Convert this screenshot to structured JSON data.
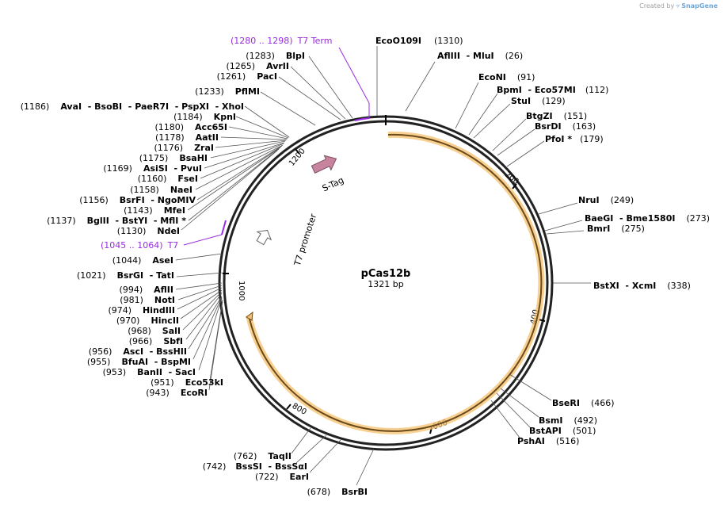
{
  "credit": {
    "prefix": "Created by",
    "brand": "SnapGene"
  },
  "plasmid": {
    "name": "pCas12b",
    "length_label": "1321 bp",
    "length": 1321
  },
  "ticks": [
    "200",
    "400",
    "600",
    "800",
    "1000",
    "1200"
  ],
  "features": [
    {
      "label": "S-Tag",
      "color": "#c8849e"
    },
    {
      "label": "T7 promoter",
      "color": "#ffffff"
    }
  ],
  "marker_features": [
    {
      "pos": "(1280 .. 1298)",
      "name": "T7 Term"
    },
    {
      "pos": "(1045 .. 1064)",
      "name": "T7"
    }
  ],
  "sites": [
    {
      "name": "EcoO109I",
      "pos": "(1310)"
    },
    {
      "name": "AflIII  - MluI",
      "pos": "(26)"
    },
    {
      "name": "EcoNI",
      "pos": "(91)"
    },
    {
      "name": "BpmI  - Eco57MI",
      "pos": "(112)"
    },
    {
      "name": "StuI",
      "pos": "(129)"
    },
    {
      "name": "BtgZI",
      "pos": "(151)"
    },
    {
      "name": "BsrDI",
      "pos": "(163)"
    },
    {
      "name": "PfoI *",
      "pos": "(179)"
    },
    {
      "name": "NruI",
      "pos": "(249)"
    },
    {
      "name": "BaeGI  - Bme1580I",
      "pos": "(273)"
    },
    {
      "name": "BmrI",
      "pos": "(275)"
    },
    {
      "name": "BstXI  - XcmI",
      "pos": "(338)"
    },
    {
      "name": "BseRI",
      "pos": "(466)"
    },
    {
      "name": "BsmI",
      "pos": "(492)"
    },
    {
      "name": "BstAPI",
      "pos": "(501)"
    },
    {
      "name": "PshAI",
      "pos": "(516)"
    },
    {
      "name": "BsrBI",
      "pos": "(678)"
    },
    {
      "name": "EarI",
      "pos": "(722)"
    },
    {
      "name": "BssSI  - BssSαI",
      "pos": "(742)"
    },
    {
      "name": "TaqII",
      "pos": "(762)"
    },
    {
      "name": "EcoRI",
      "pos": "(943)"
    },
    {
      "name": "Eco53kI",
      "pos": "(951)"
    },
    {
      "name": "BanII  - SacI",
      "pos": "(953)"
    },
    {
      "name": "BfuAI  - BspMI",
      "pos": "(955)"
    },
    {
      "name": "AscI  - BssHII",
      "pos": "(956)"
    },
    {
      "name": "SbfI",
      "pos": "(966)"
    },
    {
      "name": "SalI",
      "pos": "(968)"
    },
    {
      "name": "HincII",
      "pos": "(970)"
    },
    {
      "name": "HindIII",
      "pos": "(974)"
    },
    {
      "name": "NotI",
      "pos": "(981)"
    },
    {
      "name": "AflII",
      "pos": "(994)"
    },
    {
      "name": "BsrGI  - TatI",
      "pos": "(1021)"
    },
    {
      "name": "AseI",
      "pos": "(1044)"
    },
    {
      "name": "NdeI",
      "pos": "(1130)"
    },
    {
      "name": "BglII  - BstYI  - MflI *",
      "pos": "(1137)"
    },
    {
      "name": "MfeI",
      "pos": "(1143)"
    },
    {
      "name": "BsrFI  - NgoMIV",
      "pos": "(1156)"
    },
    {
      "name": "NaeI",
      "pos": "(1158)"
    },
    {
      "name": "FseI",
      "pos": "(1160)"
    },
    {
      "name": "AsiSI  - PvuI",
      "pos": "(1169)"
    },
    {
      "name": "BsaHI",
      "pos": "(1175)"
    },
    {
      "name": "ZraI",
      "pos": "(1176)"
    },
    {
      "name": "AatII",
      "pos": "(1178)"
    },
    {
      "name": "Acc65I",
      "pos": "(1180)"
    },
    {
      "name": "KpnI",
      "pos": "(1184)"
    },
    {
      "name": "AvaI  - BsoBI  - PaeR7I  - PspXI  - XhoI",
      "pos": "(1186)"
    },
    {
      "name": "PflMI",
      "pos": "(1233)"
    },
    {
      "name": "PacI",
      "pos": "(1261)"
    },
    {
      "name": "AvrII",
      "pos": "(1265)"
    },
    {
      "name": "BlpI",
      "pos": "(1283)"
    }
  ],
  "colors": {
    "backbone": "#222222",
    "orf": "#f5c16e",
    "marker": "#9a2be2",
    "stag": "#c8849e"
  }
}
